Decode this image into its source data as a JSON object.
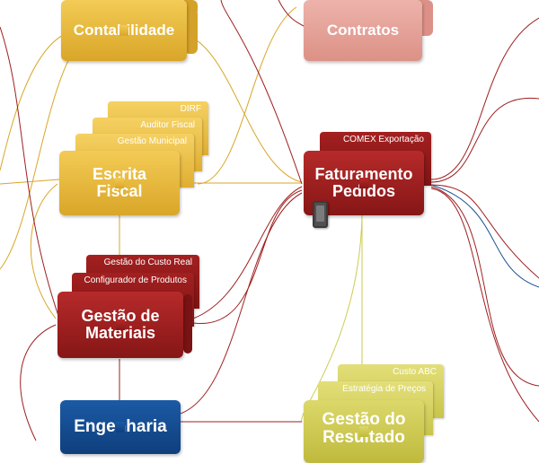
{
  "colors": {
    "gold": "#e2b434",
    "red": "#9e1f1f",
    "pink": "#e6a59c",
    "olive": "#cfca52",
    "blue": "#14508f"
  },
  "nodes": {
    "contabilidade": "Contabilidade",
    "contratos": "Contratos",
    "escrita_fiscal": {
      "line1": "Escrita",
      "line2": "Fiscal"
    },
    "faturamento_pedidos": {
      "line1": "Faturamento",
      "line2": "Pedidos"
    },
    "gestao_materiais": {
      "line1": "Gestão de",
      "line2": "Materiais"
    },
    "engenharia": "Engenharia",
    "gestao_resultado": {
      "line1": "Gestão do",
      "line2": "Resultado"
    }
  },
  "sub_items": {
    "escrita_fiscal": [
      "DIRF",
      "Auditor Fiscal",
      "Gestão Municipal"
    ],
    "faturamento_pedidos": [
      "COMEX Exportação"
    ],
    "gestao_materiais": [
      "Gestão do Custo Real",
      "Configurador de Produtos"
    ],
    "gestao_resultado": [
      "Custo ABC",
      "Estratégia de Preços"
    ]
  },
  "icons": [
    "phone-icon"
  ]
}
